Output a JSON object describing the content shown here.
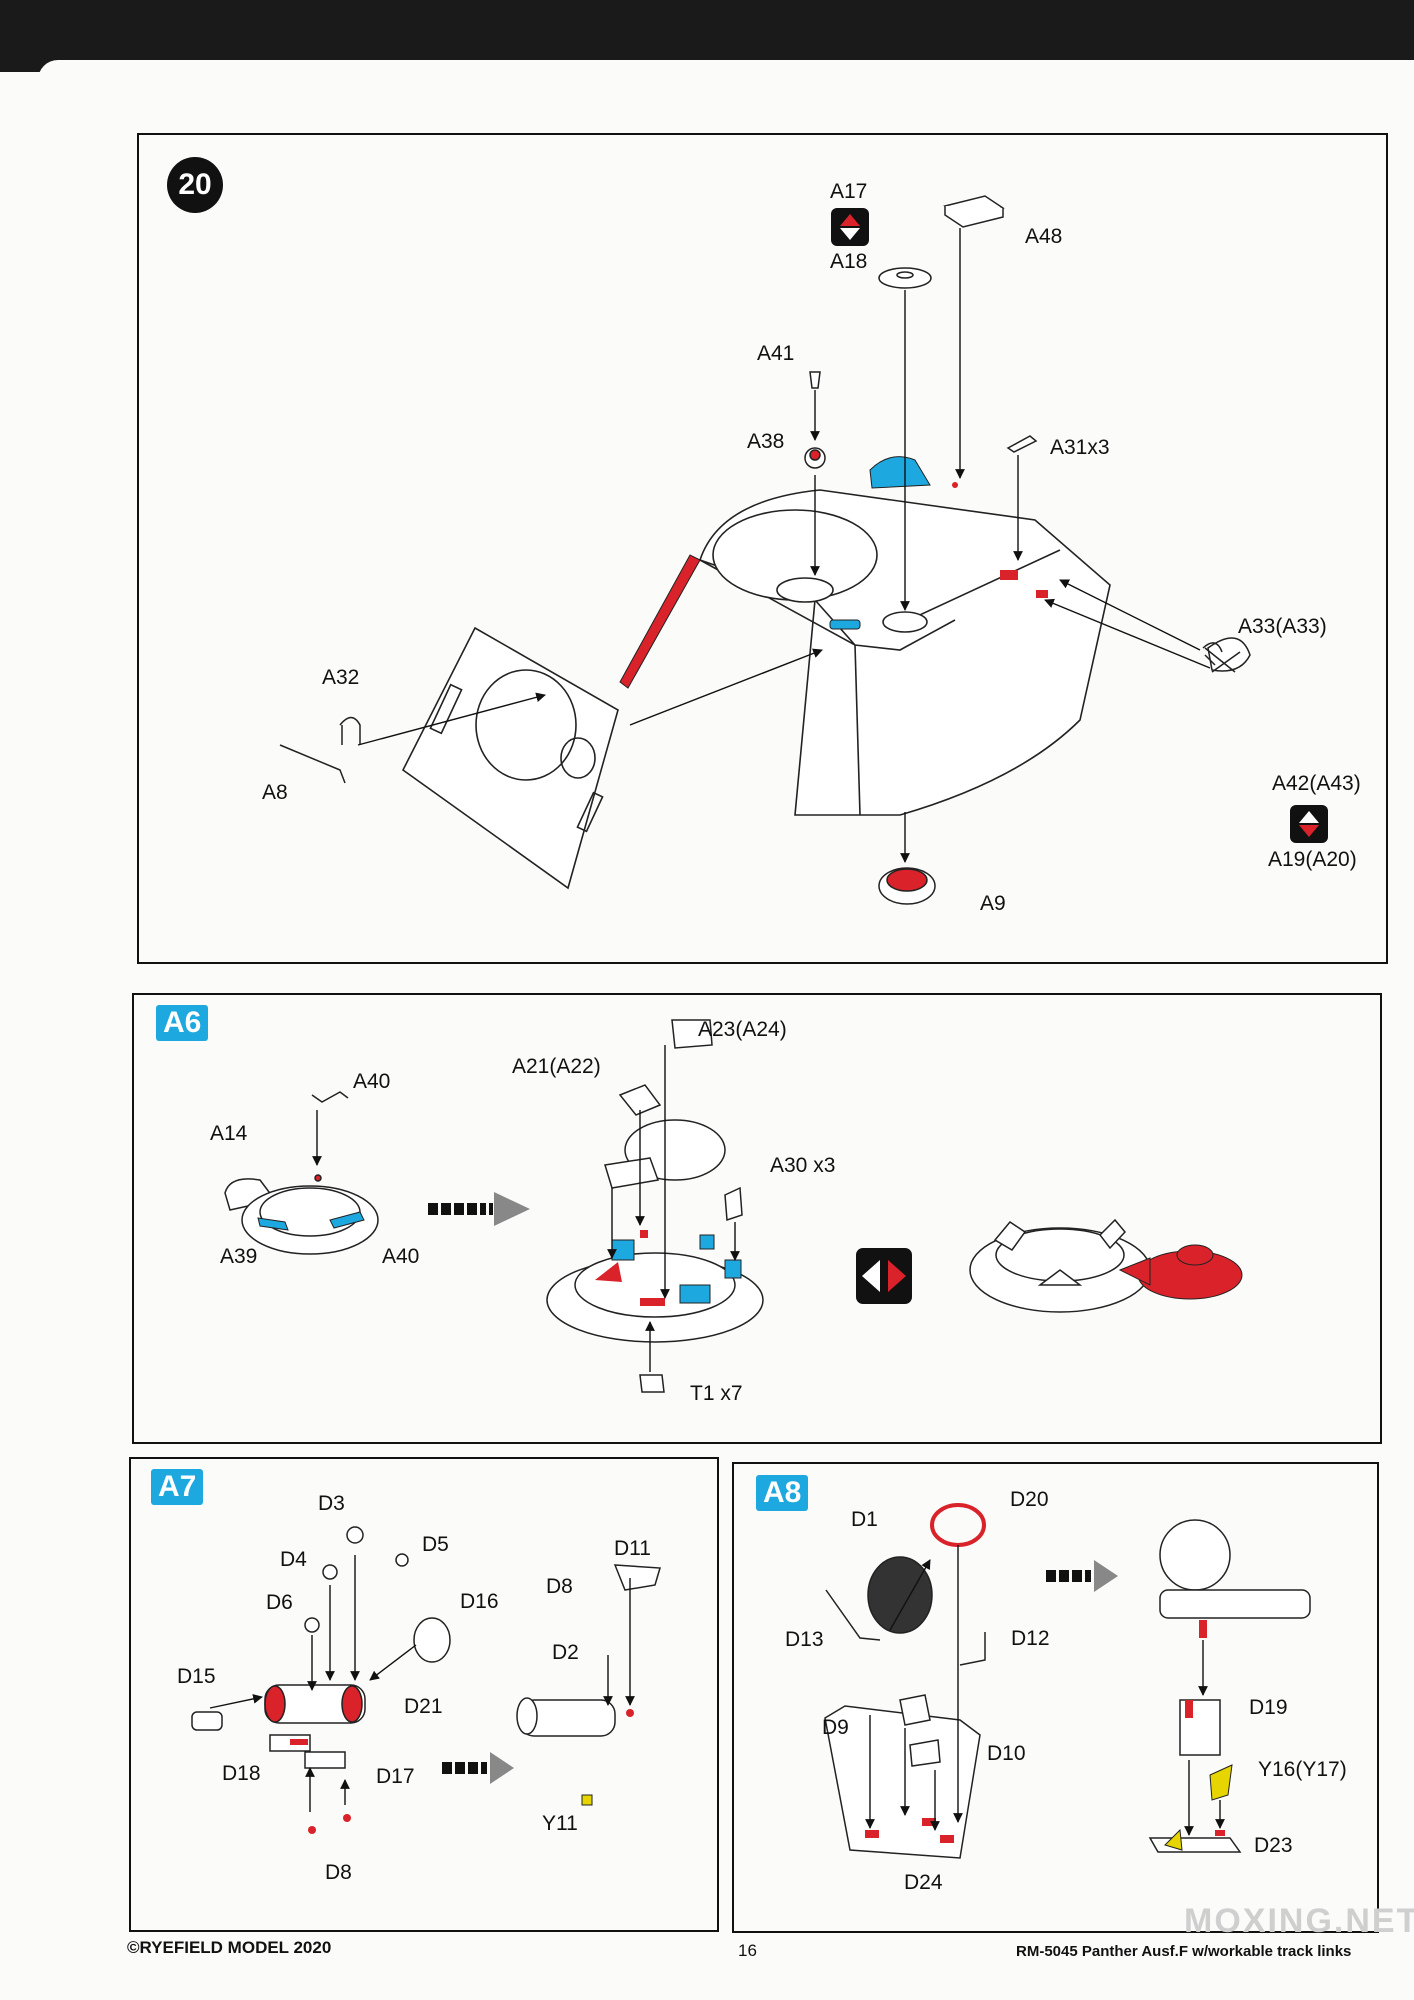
{
  "step20": {
    "number": "20",
    "labels": {
      "A17": "A17",
      "A18": "A18",
      "A48": "A48",
      "A41": "A41",
      "A38": "A38",
      "A31": "A31x3",
      "A33": "A33(A33)",
      "A32": "A32",
      "A8": "A8",
      "A42": "A42(A43)",
      "A19": "A19(A20)",
      "A9": "A9"
    }
  },
  "sectionA6": {
    "badge": "A6",
    "labels": {
      "A40top": "A40",
      "A14": "A14",
      "A39": "A39",
      "A40bottom": "A40",
      "A23": "A23(A24)",
      "A21": "A21(A22)",
      "A30": "A30 x3",
      "T1": "T1 x7"
    }
  },
  "sectionA7": {
    "badge": "A7",
    "labels": {
      "D3": "D3",
      "D5": "D5",
      "D4": "D4",
      "D6": "D6",
      "D16": "D16",
      "D15": "D15",
      "D21": "D21",
      "D18": "D18",
      "D17": "D17",
      "D8": "D8",
      "D11": "D11",
      "D8b": "D8",
      "D2": "D2",
      "Y11": "Y11"
    }
  },
  "sectionA8": {
    "badge": "A8",
    "labels": {
      "D1": "D1",
      "D20": "D20",
      "D13": "D13",
      "D12": "D12",
      "D9": "D9",
      "D10": "D10",
      "D24": "D24",
      "D19": "D19",
      "Y16": "Y16(Y17)",
      "D23": "D23"
    }
  },
  "footer": {
    "copyright": "©RYEFIELD MODEL 2020",
    "page": "16",
    "product": "RM-5045  Panther Ausf.F w/workable track links"
  },
  "watermark": "MOXING.NET",
  "colors": {
    "accent_red": "#d9222a",
    "accent_blue": "#1ea8e0",
    "ink": "#111111"
  }
}
